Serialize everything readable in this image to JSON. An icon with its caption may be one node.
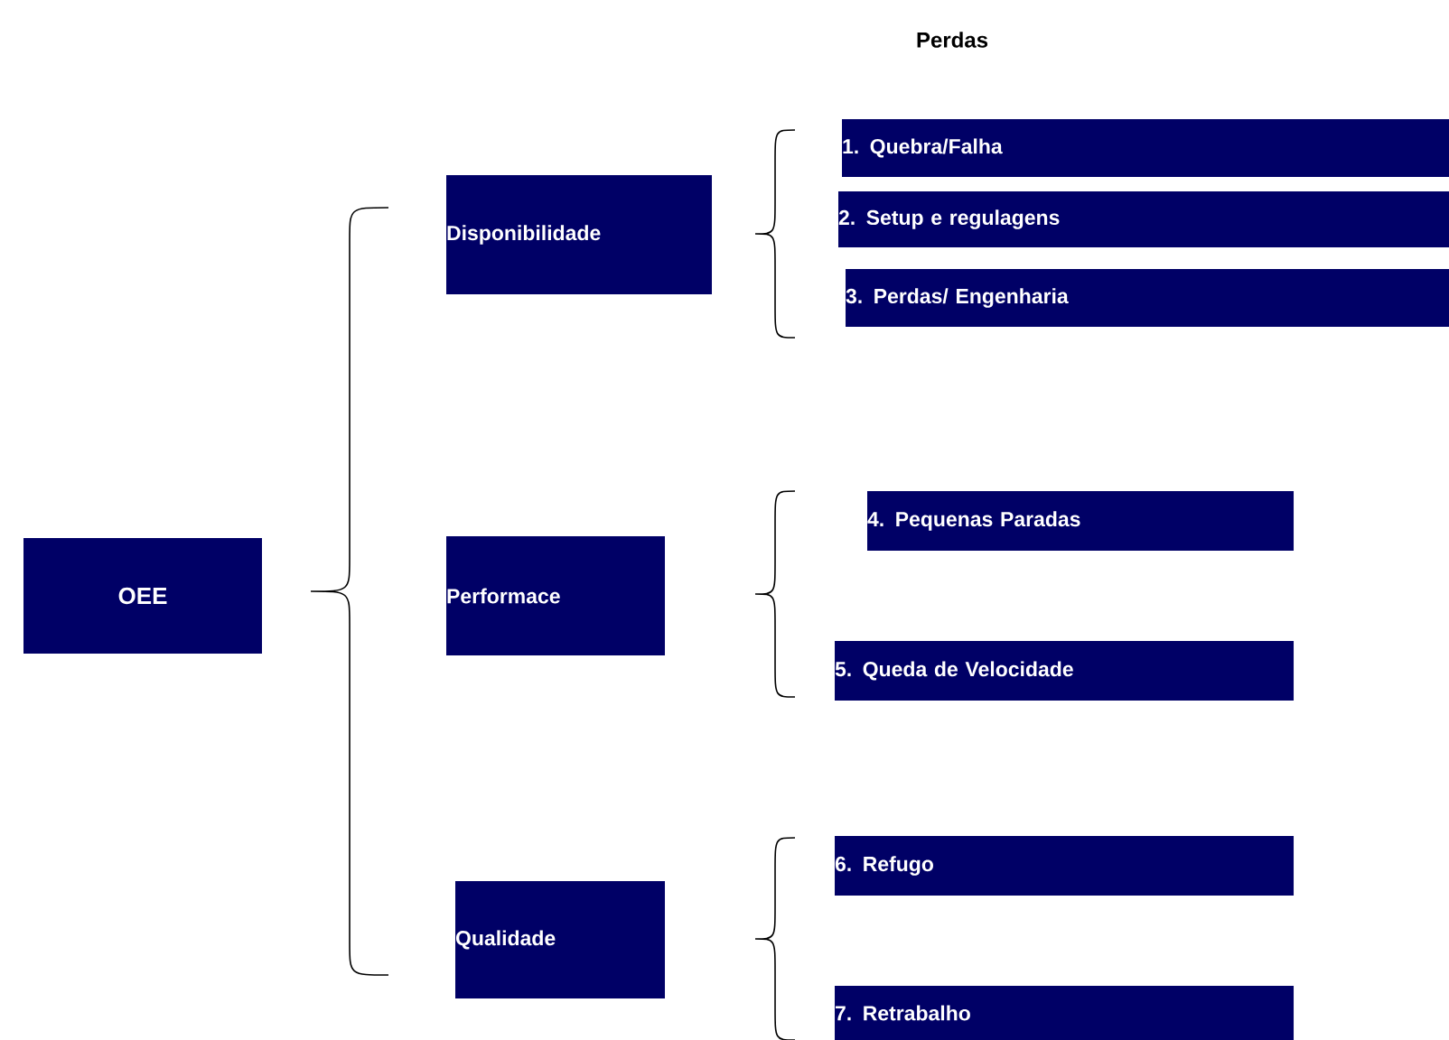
{
  "diagram": {
    "title": "Perdas",
    "nodes": [
      {
        "text": [
          "OEE"
        ]
      },
      {
        "text": [
          "Disponibilidade"
        ]
      },
      {
        "text": [
          "Performace"
        ]
      },
      {
        "text": [
          "Qualidade"
        ]
      },
      {
        "text": [
          "1. Quebra/Falha"
        ]
      },
      {
        "text": [
          "2. Setup e regulagens"
        ]
      },
      {
        "text": [
          "3. Perdas/ Engenharia"
        ]
      },
      {
        "text": [
          "4. Pequenas Paradas"
        ]
      },
      {
        "text": [
          "5. Queda de Velocidade"
        ]
      },
      {
        "text": [
          "6. Refugo"
        ]
      },
      {
        "text": [
          "7. Retrabalho"
        ]
      }
    ]
  }
}
